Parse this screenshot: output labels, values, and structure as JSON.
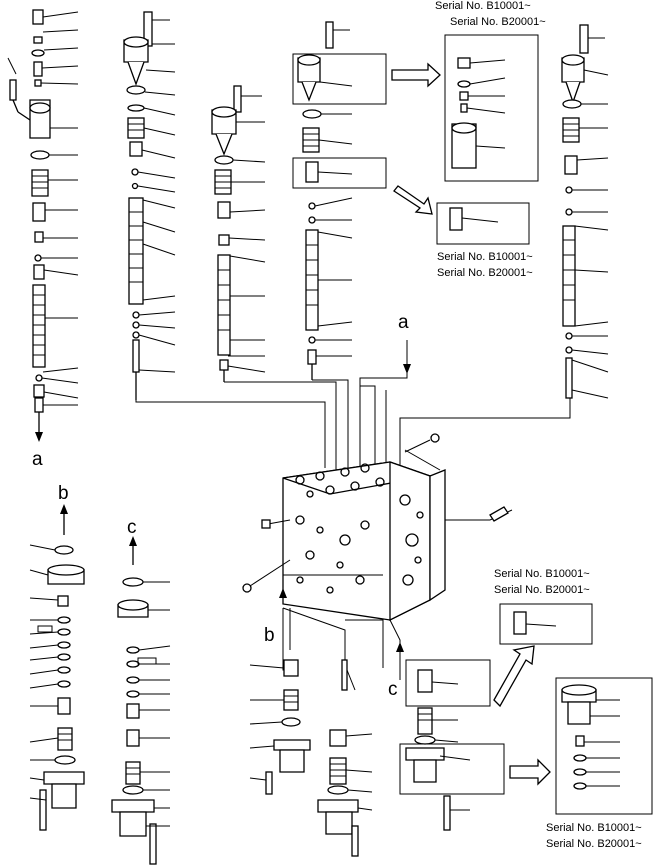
{
  "serials": {
    "top_right_a": "Serial No. B10001~",
    "top_right_b": "Serial No. B20001~",
    "mid_right_a": "Serial No. B10001~",
    "mid_right_b": "Serial No. B20001~",
    "center_right_a": "Serial No. B10001~",
    "center_right_b": "Serial No. B20001~",
    "bottom_right_a": "Serial No. B10001~",
    "bottom_right_b": "Serial No. B20001~"
  },
  "refs": {
    "a_top": "a",
    "a_left": "a",
    "b_left": "b",
    "b_center": "b",
    "c_left": "c",
    "c_center": "c"
  },
  "colors": {
    "line": "#000000",
    "background": "#ffffff"
  }
}
